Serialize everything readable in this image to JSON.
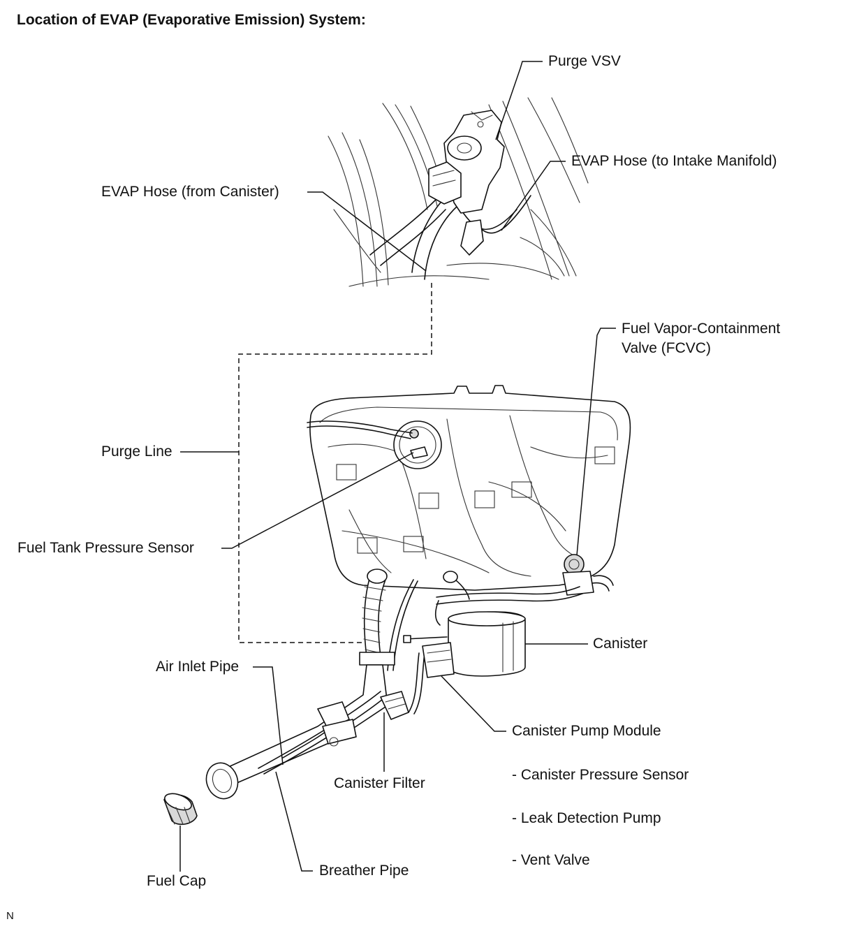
{
  "title": "Location of EVAP (Evaporative Emission) System:",
  "labels": {
    "purge_vsv": "Purge VSV",
    "evap_hose_intake": "EVAP Hose (to Intake Manifold)",
    "evap_hose_canister": "EVAP Hose (from Canister)",
    "fcvc_line1": "Fuel Vapor-Containment",
    "fcvc_line2": "Valve (FCVC)",
    "purge_line": "Purge Line",
    "fuel_tank_pressure_sensor": "Fuel Tank Pressure Sensor",
    "canister": "Canister",
    "air_inlet_pipe": "Air Inlet Pipe",
    "canister_pump_module": "Canister Pump Module",
    "canister_pressure_sensor": "- Canister Pressure Sensor",
    "leak_detection_pump": "- Leak Detection Pump",
    "vent_valve": "- Vent Valve",
    "canister_filter": "Canister Filter",
    "breather_pipe": "Breather Pipe",
    "fuel_cap": "Fuel Cap"
  },
  "corner_mark": "N"
}
